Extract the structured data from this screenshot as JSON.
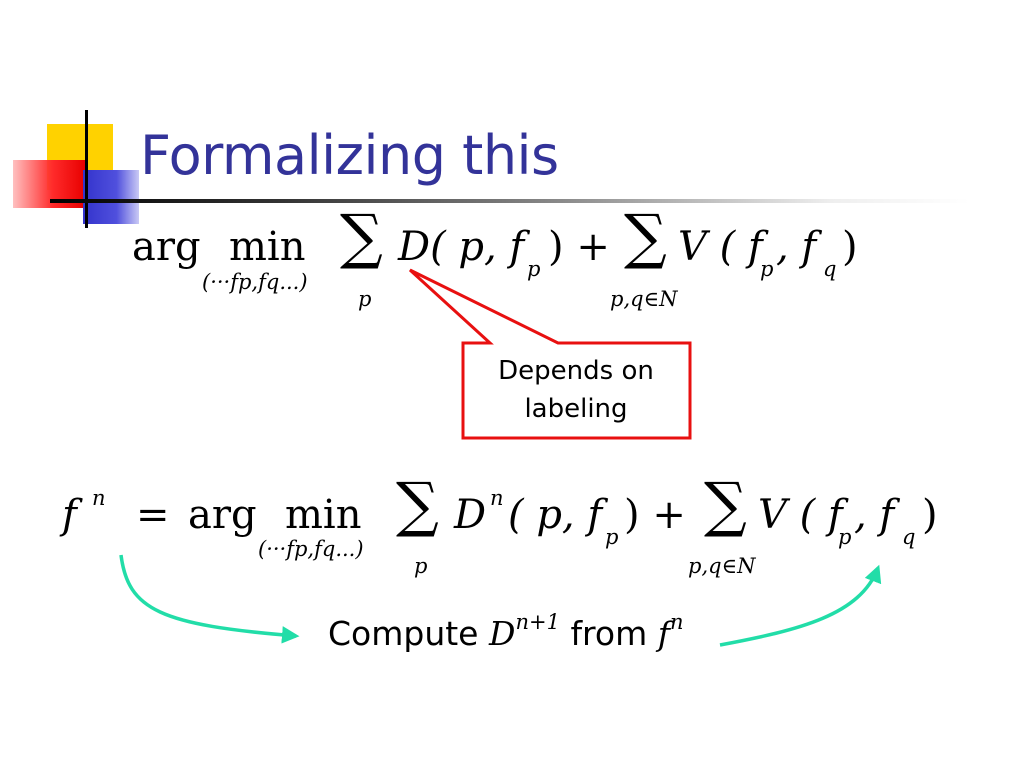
{
  "slide": {
    "title": "Formalizing this"
  },
  "equation1": {
    "arg": "arg",
    "min": "min",
    "min_sub": "(···fp,fq...)",
    "sum1": "∑",
    "sum1_sub": "p",
    "D_term": "D( p, f",
    "D_term_sub": "p",
    "close_plus": ") +",
    "sum2": "∑",
    "sum2_sub": "p,q∈N",
    "V_term": "V ( f",
    "V_term_sub1": "p",
    "V_term_mid": ", f",
    "V_term_sub2": "q",
    "V_close": ")"
  },
  "callout": {
    "text_line1": "Depends on",
    "text_line2": "labeling",
    "border_color": "#e81010"
  },
  "equation2": {
    "lhs": "f",
    "lhs_sup": "n",
    "equals": "=",
    "arg": "arg",
    "min": "min",
    "min_sub": "(···fp,fq...)",
    "sum1": "∑",
    "sum1_sub": "p",
    "D_term": "D",
    "D_sup": "n",
    "D_args": "( p, f",
    "D_args_sub": "p",
    "close_plus": ") +",
    "sum2": "∑",
    "sum2_sub": "p,q∈N",
    "V_term": "V ( f",
    "V_term_sub1": "p",
    "V_term_mid": ", f",
    "V_term_sub2": "q",
    "V_close": ")"
  },
  "compute_note": {
    "word1": "Compute",
    "D": "D",
    "D_sup": "n+1",
    "word2": "from",
    "f": "f",
    "f_sup": "n"
  },
  "colors": {
    "title": "#333399",
    "arrow": "#22dda8",
    "callout_border": "#e81010"
  }
}
